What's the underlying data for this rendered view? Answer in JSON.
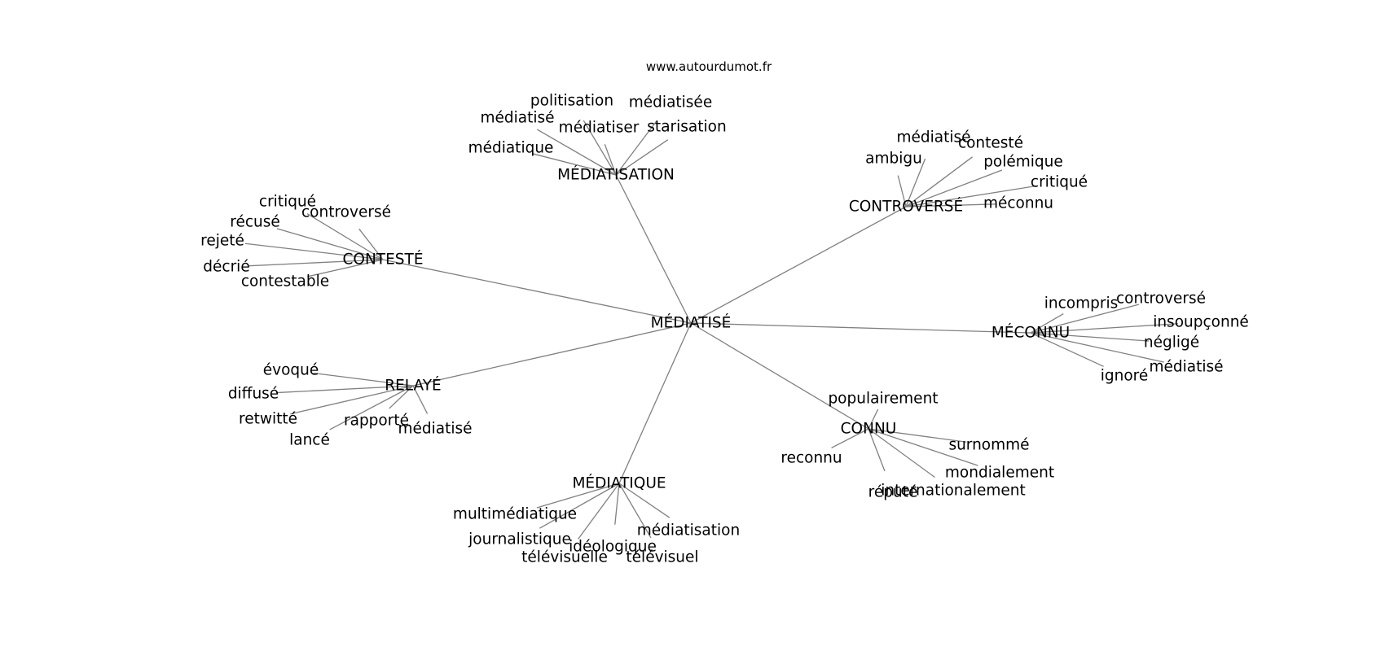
{
  "watermark": "www.autourdumot.fr",
  "colors": {
    "edge": "#808080",
    "text": "#000000",
    "background": "#ffffff"
  },
  "graph": {
    "center": "MÉDIATISÉ",
    "clusters": [
      {
        "hub": "MÉDIATISATION",
        "leaves": [
          "politisation",
          "médiatisée",
          "médiatisé",
          "médiatiser",
          "starisation",
          "médiatique"
        ]
      },
      {
        "hub": "CONTROVERSÉ",
        "leaves": [
          "médiatisé",
          "contesté",
          "ambigu",
          "polémique",
          "critiqué",
          "méconnu"
        ]
      },
      {
        "hub": "CONTESTÉ",
        "leaves": [
          "critiqué",
          "controversé",
          "récusé",
          "rejeté",
          "décrié",
          "contestable"
        ]
      },
      {
        "hub": "MÉCONNU",
        "leaves": [
          "incompris",
          "controversé",
          "insoupçonné",
          "négligé",
          "médiatisé",
          "ignoré"
        ]
      },
      {
        "hub": "RELAYÉ",
        "leaves": [
          "évoqué",
          "diffusé",
          "retwitté",
          "rapporté",
          "médiatisé",
          "lancé"
        ]
      },
      {
        "hub": "CONNU",
        "leaves": [
          "populairement",
          "surnommé",
          "reconnu",
          "mondialement",
          "réputé",
          "internationalement"
        ]
      },
      {
        "hub": "MÉDIATIQUE",
        "leaves": [
          "multimédiatique",
          "médiatisation",
          "journalistique",
          "idéologique",
          "télévisuelle",
          "télévisuel"
        ]
      }
    ]
  }
}
